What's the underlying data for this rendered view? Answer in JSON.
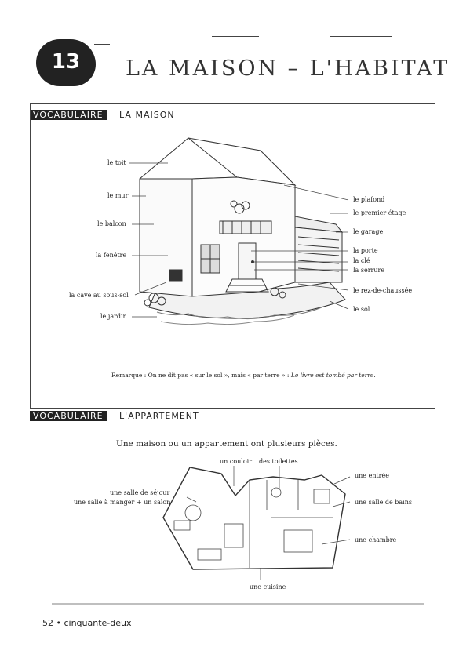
{
  "header": {
    "unit_number": "13",
    "title": "LA MAISON – L'HABITAT"
  },
  "section1": {
    "heading_tag": "VOCABULAIRE",
    "heading": "LA MAISON"
  },
  "house_labels": {
    "toit": "le toit",
    "mur": "le mur",
    "balcon": "le balcon",
    "fenetre": "la fenêtre",
    "cave": "la cave au sous-sol",
    "jardin": "le jardin",
    "plafond": "le plafond",
    "premier_etage": "le premier étage",
    "garage": "le garage",
    "porte": "la porte",
    "cle": "la clé",
    "serrure": "la serrure",
    "rez": "le rez-de-chaussée",
    "sol": "le sol"
  },
  "remark": {
    "prefix": "Remarque : On ne dit pas « sur le sol », mais « par terre » :",
    "example": "Le livre est tombé par terre."
  },
  "section2": {
    "heading_tag": "VOCABULAIRE",
    "heading": "L'APPARTEMENT"
  },
  "intro": "Une maison ou un appartement ont plusieurs pièces.",
  "plan_labels": {
    "couloir": "un couloir",
    "toilettes": "des toilettes",
    "entree": "une entrée",
    "sejour": "une salle de séjour",
    "salle_manger_salon": "une salle à manger + un salon",
    "salle_bains": "une salle de bains",
    "chambre": "une chambre",
    "cuisine": "une cuisine"
  },
  "footer": "52 • cinquante-deux"
}
